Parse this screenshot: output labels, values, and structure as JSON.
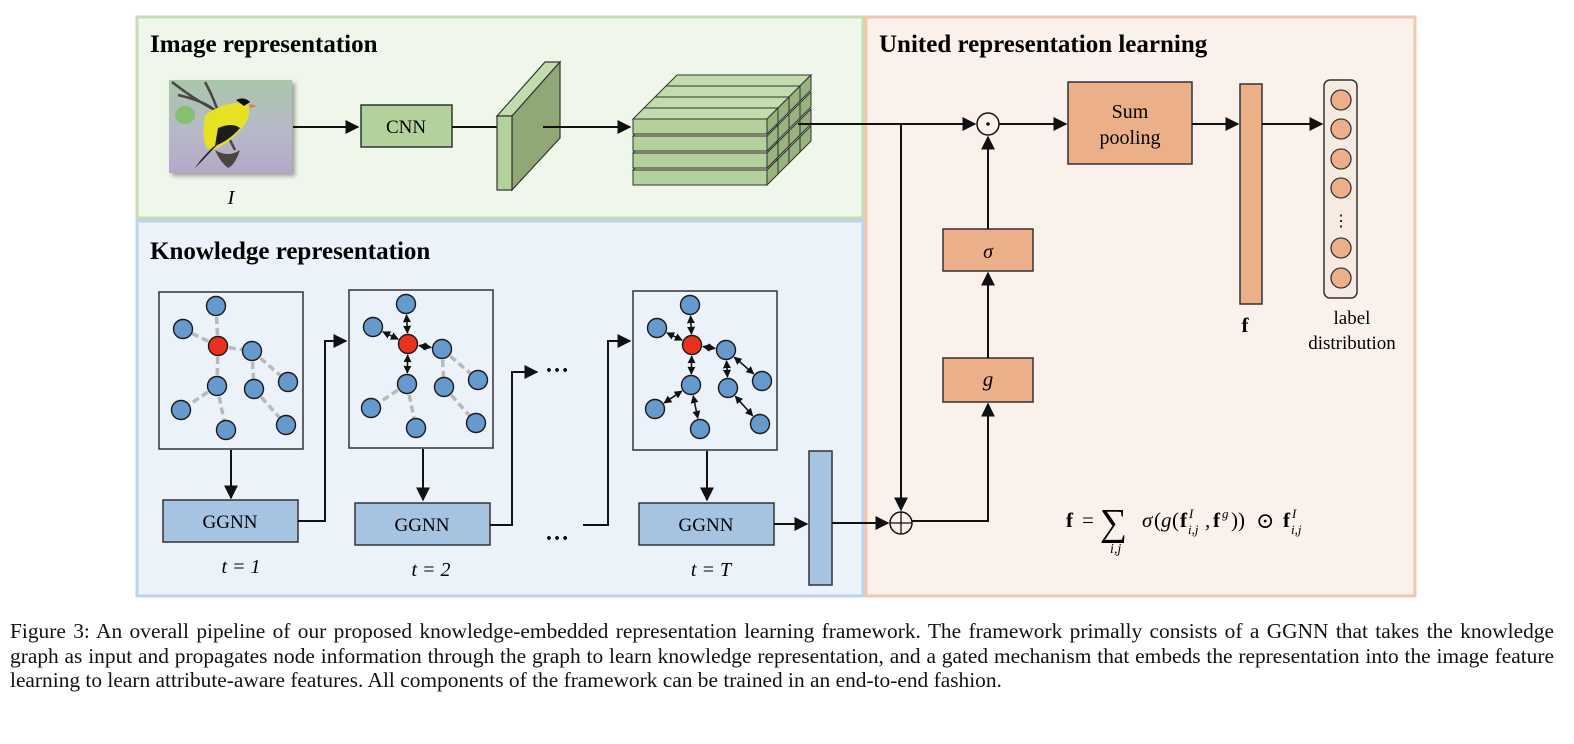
{
  "panels": {
    "image": {
      "title": "Image representation",
      "bg": "#eff6ea",
      "border": "#c5ddb5"
    },
    "knowledge": {
      "title": "Knowledge representation",
      "bg": "#ebf2fa",
      "border": "#bdd3ea"
    },
    "united": {
      "title": "United representation learning",
      "bg": "#fbf1eb",
      "border": "#f1c8ad"
    }
  },
  "image_branch": {
    "input_label": "I",
    "cnn_label": "CNN",
    "feature_map_rows": 4,
    "feature_map_depth": 4
  },
  "knowledge_branch": {
    "steps": [
      {
        "ggnn_label": "GGNN",
        "time_label": "t = 1",
        "propagation": "none"
      },
      {
        "ggnn_label": "GGNN",
        "time_label": "t = 2",
        "propagation": "partial"
      },
      {
        "ggnn_label": "GGNN",
        "time_label": "t = T",
        "propagation": "full"
      }
    ],
    "ellipsis": "…"
  },
  "united_branch": {
    "sigma_label": "σ",
    "g_label": "g",
    "sum_pooling_label": [
      "Sum",
      "pooling"
    ],
    "feature_label": "f",
    "output_label": [
      "label",
      "distribution"
    ],
    "output_node_count_top": 4,
    "output_node_count_bottom": 2,
    "vertical_ellipsis": "⋮",
    "elementwise_product_symbol": "⊙",
    "addition_symbol": "⊕",
    "formula": "f = Σ_{i,j} σ(g(f^I_{i,j}, f^g)) ⊙ f^I_{i,j}"
  },
  "colors": {
    "green_fill": "#b3d29b",
    "green_dark": "#8fa876",
    "blue_fill": "#a6c4e2",
    "orange_fill": "#ebb089",
    "node_blue": "#6699cc",
    "node_red": "#e8321e",
    "edge_gray": "#b9b9b9"
  },
  "caption": "Figure 3: An overall pipeline of our proposed knowledge-embedded representation learning framework. The framework primally consists of a GGNN that takes the knowledge graph as input and propagates node information through the graph to learn knowledge representation, and a gated mechanism that embeds the representation into the image feature learning to learn attribute-aware features.  All components of the framework can be trained in an end-to-end fashion."
}
